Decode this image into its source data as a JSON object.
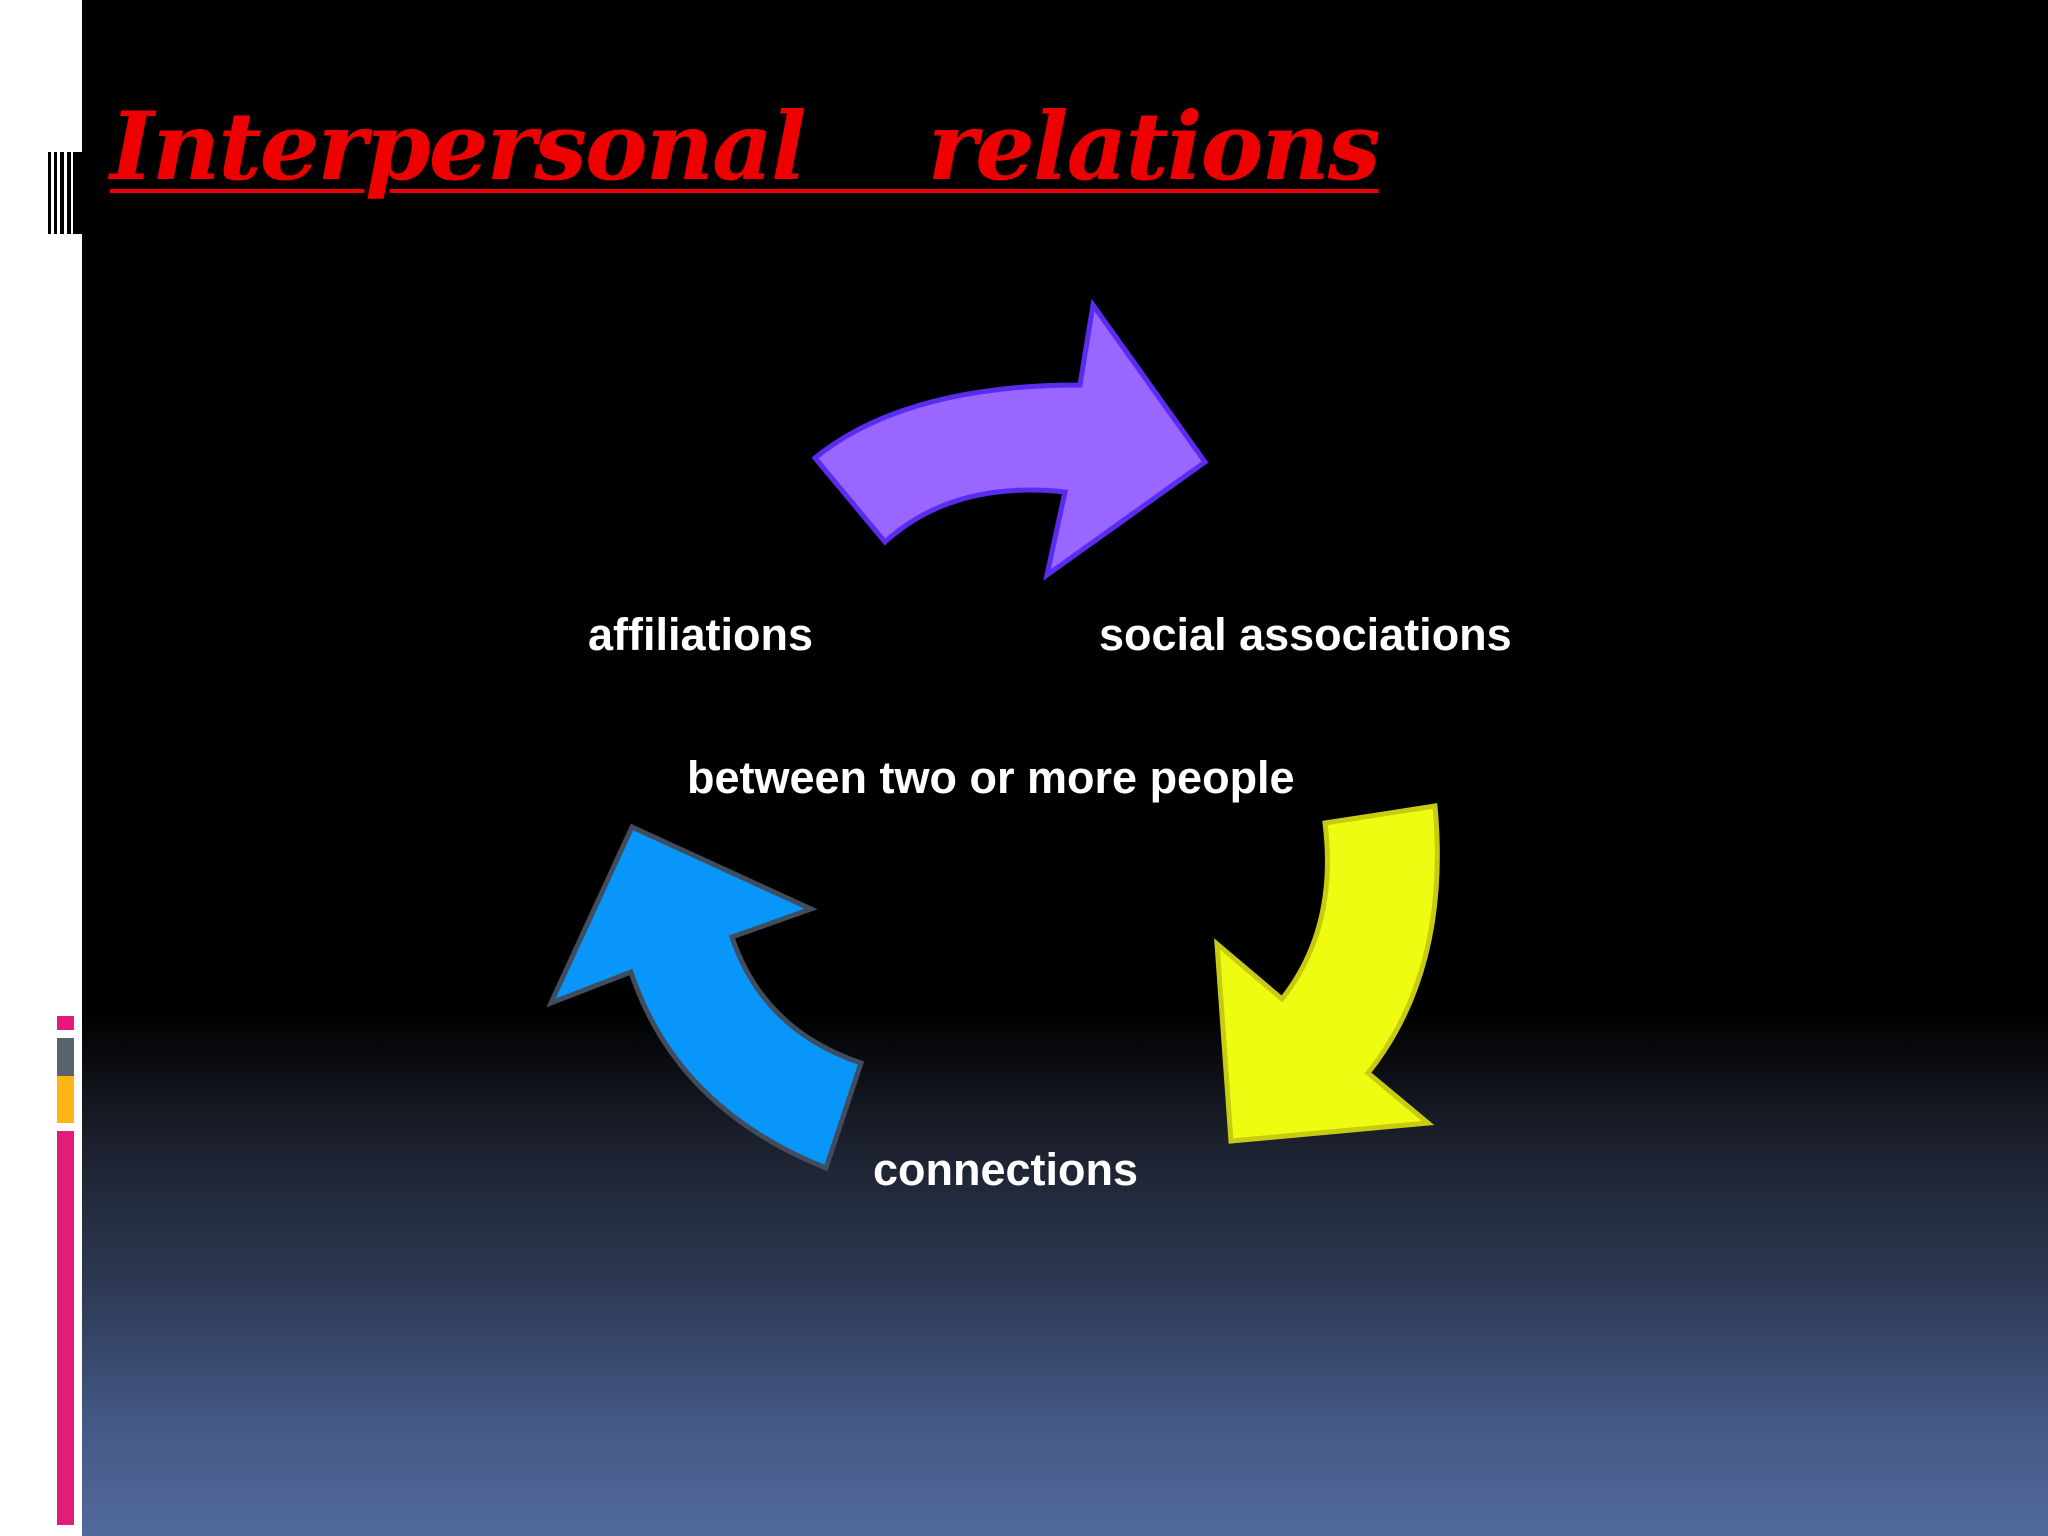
{
  "slide": {
    "title": "Interpersonal    relations"
  },
  "diagram": {
    "type": "cycle",
    "center_label": "between two or more people",
    "nodes": [
      {
        "label": "affiliations"
      },
      {
        "label": "social associations"
      },
      {
        "label": "connections"
      }
    ],
    "arrows": [
      {
        "color": "#9966ff",
        "outline": "#5a2cf0"
      },
      {
        "color": "#eefc12",
        "outline": "#c8cc10"
      },
      {
        "color": "#0996fb",
        "outline": "#3f4d5e"
      }
    ]
  },
  "theme": {
    "title_color": "#ee0000",
    "accent_bars": [
      "#e6197a",
      "#5a6272",
      "#fdb515",
      "#e31b79"
    ]
  }
}
